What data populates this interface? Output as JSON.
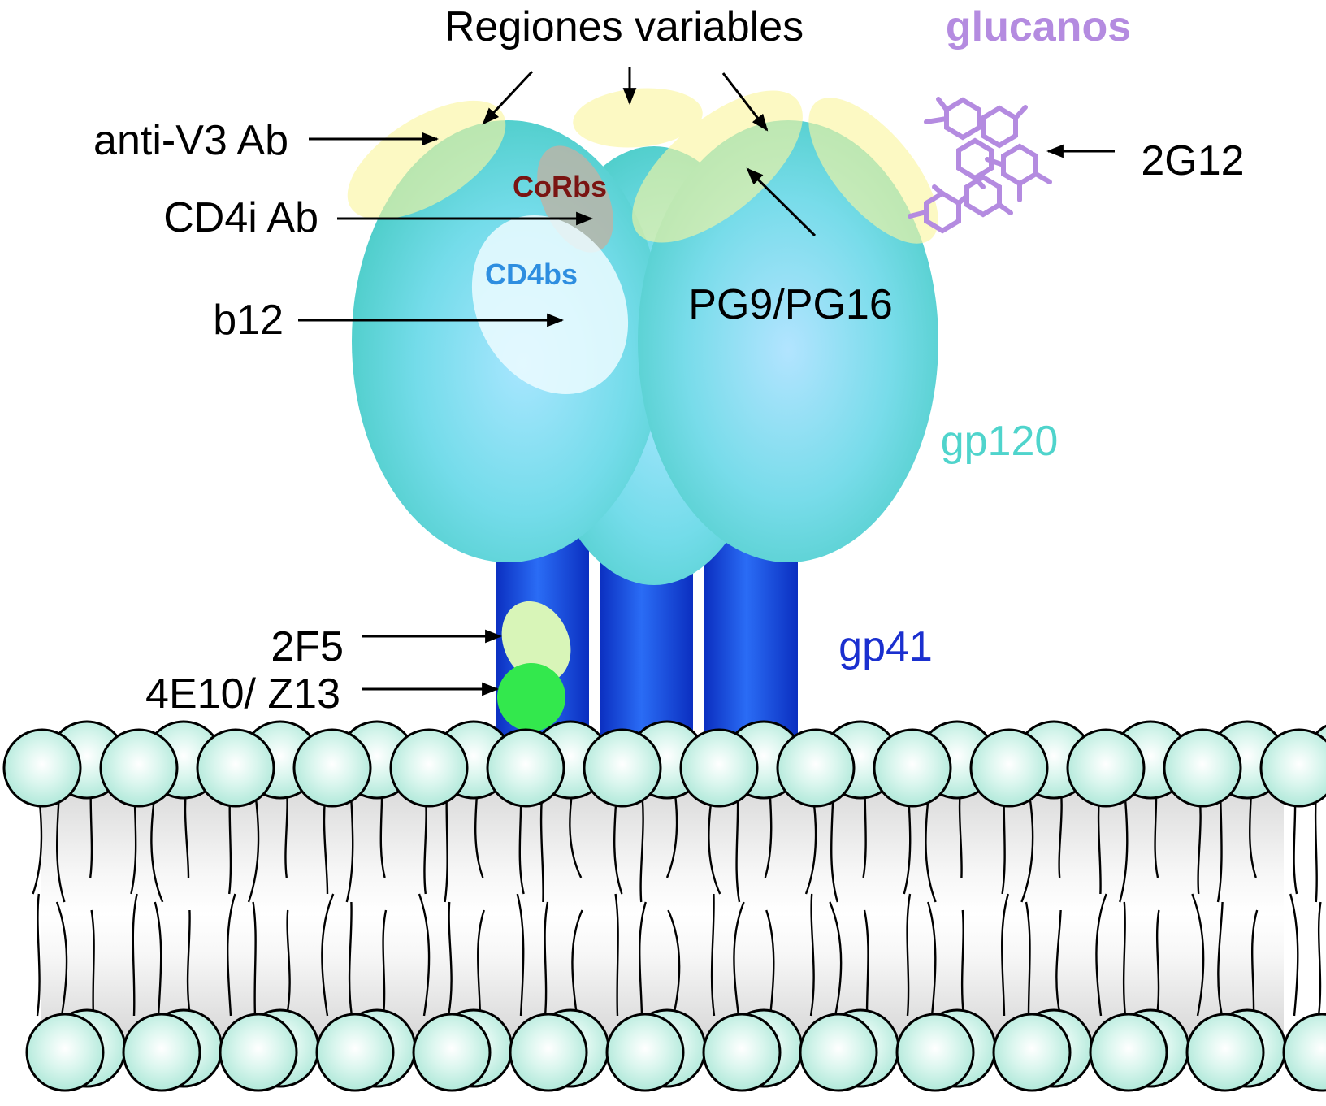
{
  "labels": {
    "variable_regions": "Regiones variables",
    "glycans": "glucanos",
    "anti_v3": "anti-V3 Ab",
    "cd4i": "CD4i Ab",
    "b12": "b12",
    "corbs": "CoRbs",
    "cd4bs": "CD4bs",
    "pg9_pg16": "PG9/PG16",
    "gp120": "gp120",
    "ab_2g12": "2G12",
    "ab_2f5": "2F5",
    "ab_4e10": "4E10/ Z13",
    "gp41": "gp41"
  },
  "colors": {
    "gp120": "#52d2cc",
    "gp120_label": "#4fd4cc",
    "gp41": "#1a4fe0",
    "gp41_label": "#1a2fcf",
    "glycans": "#b48be0",
    "variable_region": "#fbf6a0",
    "corbs_label": "#7a1412",
    "cd4bs_label": "#2e8ee0",
    "mper_2f5": "#d8f5b8",
    "mper_4e10": "#33e84d",
    "lipid_head": "#c9f2e6",
    "arrow": "#000000"
  }
}
